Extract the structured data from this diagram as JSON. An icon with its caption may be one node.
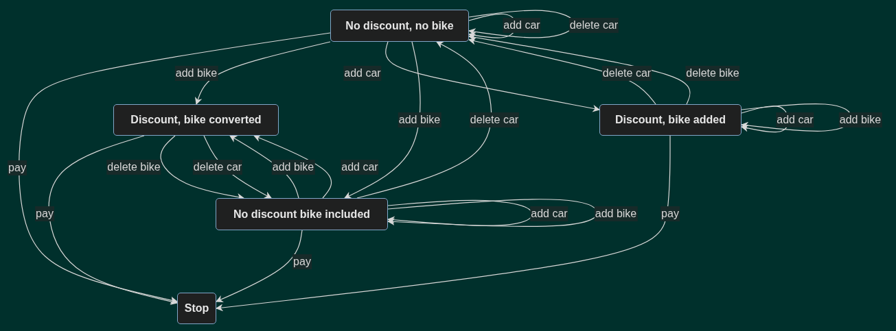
{
  "diagram": {
    "nodes": [
      {
        "text": [
          "No discount, no bike"
        ]
      },
      {
        "text": [
          "Discount, bike converted"
        ]
      },
      {
        "text": [
          "Discount, bike added"
        ]
      },
      {
        "text": [
          "No discount bike included"
        ]
      },
      {
        "text": [
          "Stop"
        ]
      }
    ],
    "edges": [
      {
        "from": 0,
        "to": 1,
        "arrow": "to",
        "label": "add bike"
      },
      {
        "from": 0,
        "to": 0,
        "arrow": "to",
        "label": "add car"
      },
      {
        "from": 0,
        "to": 0,
        "arrow": "to",
        "label": "delete car"
      },
      {
        "from": 0,
        "to": 2,
        "arrow": "to",
        "label": "add car"
      },
      {
        "from": 0,
        "to": 3,
        "arrow": "to",
        "label": "add bike"
      },
      {
        "from": 3,
        "to": 0,
        "arrow": "to",
        "label": "delete car"
      },
      {
        "from": 2,
        "to": 0,
        "arrow": "to",
        "label": "delete car"
      },
      {
        "from": 2,
        "to": 0,
        "arrow": "to",
        "label": "delete bike"
      },
      {
        "from": 2,
        "to": 2,
        "arrow": "to",
        "label": "add car"
      },
      {
        "from": 2,
        "to": 2,
        "arrow": "to",
        "label": "add bike"
      },
      {
        "from": 1,
        "to": 3,
        "arrow": "to",
        "label": "delete bike"
      },
      {
        "from": 1,
        "to": 3,
        "arrow": "to",
        "label": "delete car"
      },
      {
        "from": 3,
        "to": 1,
        "arrow": "to",
        "label": "add bike"
      },
      {
        "from": 3,
        "to": 1,
        "arrow": "to",
        "label": "add car"
      },
      {
        "from": 3,
        "to": 3,
        "arrow": "to",
        "label": "add car"
      },
      {
        "from": 3,
        "to": 3,
        "arrow": "to",
        "label": "add bike"
      },
      {
        "from": 0,
        "to": 4,
        "arrow": "to",
        "label": "pay"
      },
      {
        "from": 1,
        "to": 4,
        "arrow": "to",
        "label": "pay"
      },
      {
        "from": 3,
        "to": 4,
        "arrow": "to",
        "label": "pay"
      },
      {
        "from": 2,
        "to": 4,
        "arrow": "to",
        "label": "pay"
      }
    ]
  }
}
